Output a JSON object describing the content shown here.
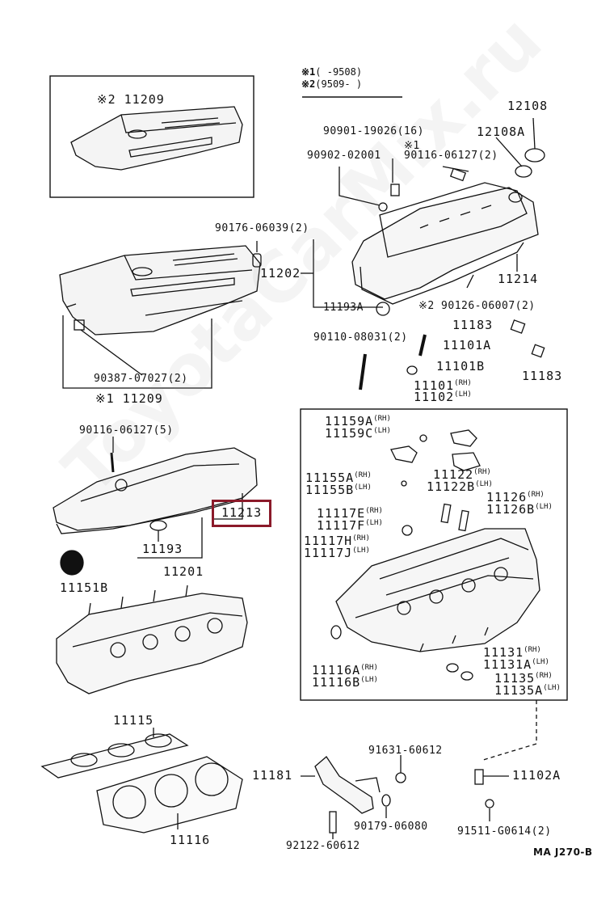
{
  "legend": {
    "row1_mark": "※1",
    "row1_range": "(      -9508)",
    "row2_mark": "※2",
    "row2_range": "(9509-      )"
  },
  "watermark": "ToyotaCarMix.ru",
  "figure_code": "MA  J270-B",
  "highlighted_part": "11213",
  "labels": {
    "p11209_top": "※2  11209",
    "p12108": "12108",
    "p12108a": "12108A",
    "p90901": "90901-19026(16)",
    "p90902": "90902-02001",
    "p90116_a_mark": "※1",
    "p90116_a": "90116-06127(2)",
    "p90176": "90176-06039(2)",
    "p11202": "11202",
    "p11214": "11214",
    "p11193a": "11193A",
    "p90126": "※2 90126-06007(2)",
    "p11183_a": "11183",
    "p11183_b": "11183",
    "p90110": "90110-08031(2)",
    "p11101a": "11101A",
    "p11101b": "11101B",
    "p11101": "11101",
    "p11101_side": "(RH)",
    "p11102": "11102",
    "p11102_side": "(LH)",
    "p90387": "90387-07027(2)",
    "p11209_bottom": "※1 11209",
    "p90116_b": "90116-06127(5)",
    "p11213": "11213",
    "p11193": "11193",
    "p11201": "11201",
    "p11151b": "11151B",
    "p11159a": "11159A",
    "p11159a_side": "(RH)",
    "p11159c": "11159C",
    "p11159c_side": "(LH)",
    "p11155a": "11155A",
    "p11155a_side": "(RH)",
    "p11155b": "11155B",
    "p11155b_side": "(LH)",
    "p11122": "11122",
    "p11122_side": "(RH)",
    "p11122b": "11122B",
    "p11122b_side": "(LH)",
    "p11126": "11126",
    "p11126_side": "(RH)",
    "p11126b": "11126B",
    "p11126b_side": "(LH)",
    "p11117e": "11117E",
    "p11117e_side": "(RH)",
    "p11117f": "11117F",
    "p11117f_side": "(LH)",
    "p11117h": "11117H",
    "p11117h_side": "(RH)",
    "p11117j": "11117J",
    "p11117j_side": "(LH)",
    "p11116a": "11116A",
    "p11116a_side": "(RH)",
    "p11116b": "11116B",
    "p11116b_side": "(LH)",
    "p11131": "11131",
    "p11131_side": "(RH)",
    "p11131a": "11131A",
    "p11131a_side": "(LH)",
    "p11135": "11135",
    "p11135_side": "(RH)",
    "p11135a": "11135A",
    "p11135a_side": "(LH)",
    "p11115": "11115",
    "p11116": "11116",
    "p11181": "11181",
    "p91631": "91631-60612",
    "p90179": "90179-06080",
    "p92122": "92122-60612",
    "p11102a": "11102A",
    "p91511": "91511-G0614(2)"
  }
}
